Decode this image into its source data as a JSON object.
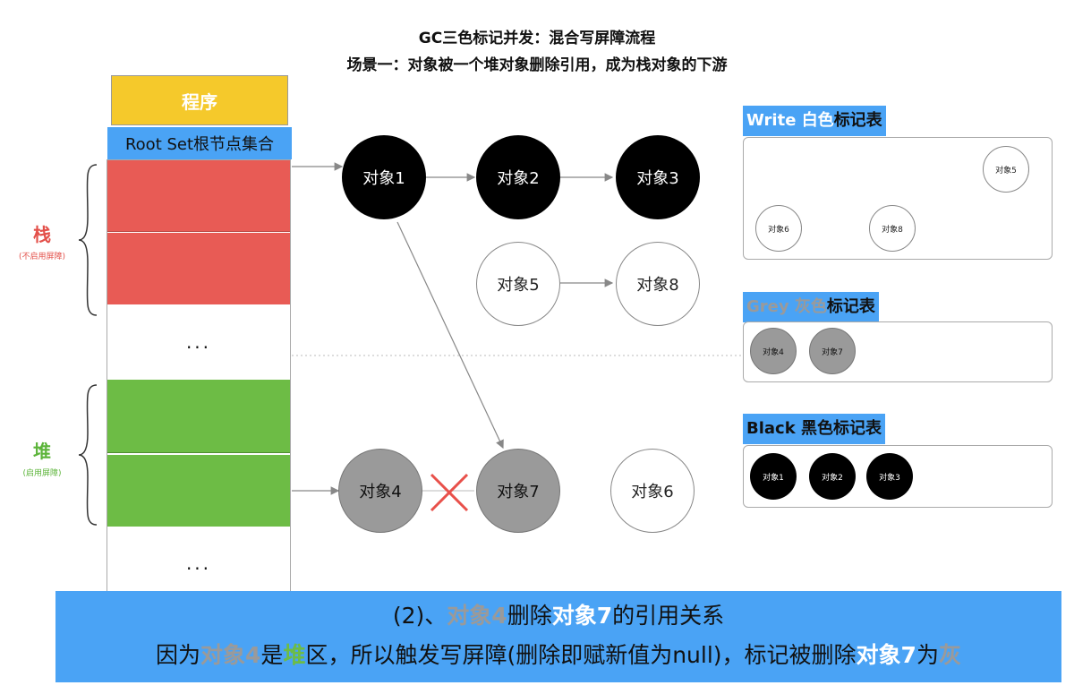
{
  "title": "GC三色标记并发：混合写屏障流程",
  "subtitle": "场景一：对象被一个堆对象删除引用，成为栈对象的下游",
  "left": {
    "program": "程序",
    "root_set": "Root Set根节点集合",
    "dots_stack": "...",
    "dots_heap": "...",
    "stack_label": "栈",
    "stack_note": "(不启用屏障)",
    "heap_label": "堆",
    "heap_note": "(启用屏障)"
  },
  "nodes": {
    "o1": "对象1",
    "o2": "对象2",
    "o3": "对象3",
    "o5": "对象5",
    "o8": "对象8",
    "o4": "对象4",
    "o7": "对象7",
    "o6": "对象6"
  },
  "panels": {
    "white": {
      "tag_en": "Write",
      "tag_zh_a": "白色",
      "tag_zh_b": "标记表",
      "items": [
        "对象5",
        "对象6",
        "对象8"
      ]
    },
    "grey": {
      "tag_en": "Grey",
      "tag_zh_a": "灰色",
      "tag_zh_b": "标记表",
      "items": [
        "对象4",
        "对象7"
      ]
    },
    "black": {
      "tag_en": "Black",
      "tag_zh_a": "黑色",
      "tag_zh_b": "标记表",
      "items": [
        "对象1",
        "对象2",
        "对象3"
      ]
    }
  },
  "caption": {
    "line1_a": "(2)、",
    "line1_b": "对象4",
    "line1_c": "删除",
    "line1_d": "对象7",
    "line1_e": "的引用关系",
    "line2_a": "因为",
    "line2_b": "对象4",
    "line2_c": "是",
    "line2_d": "堆",
    "line2_e": "区，所以触发写屏障(删除即赋新值为null)，标记被删除",
    "line2_f": "对象7",
    "line2_g": "为",
    "line2_h": "灰"
  },
  "colors": {
    "stack": "#e85b55",
    "heap": "#6dbc45",
    "program": "#f5c92b",
    "accent": "#4aa3f5",
    "grey": "#9a9a9a",
    "cross": "#e8504a"
  }
}
